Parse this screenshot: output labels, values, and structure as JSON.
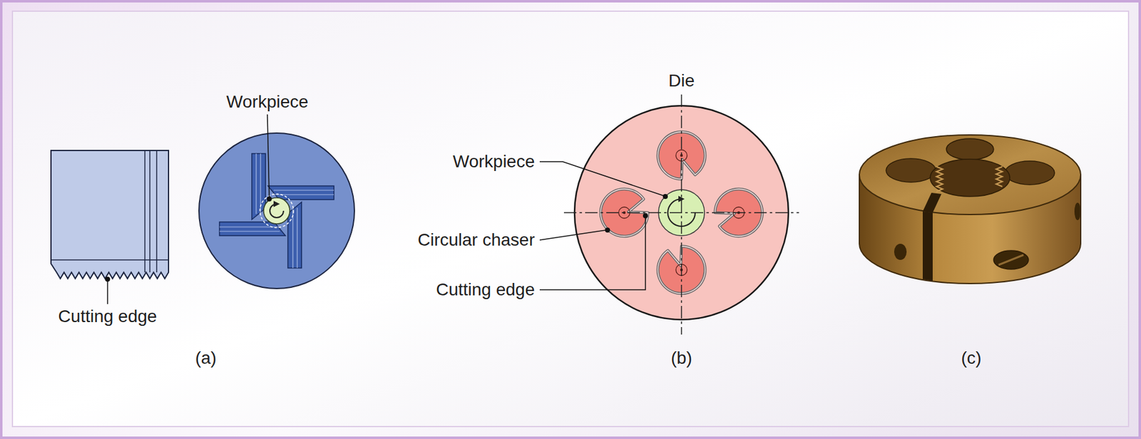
{
  "diagram": {
    "labels": [
      "Workpiece",
      "Cutting edge",
      "(a)",
      "Die",
      "Workpiece",
      "Circular chaser",
      "Cutting edge",
      "(b)",
      "(c)"
    ]
  }
}
